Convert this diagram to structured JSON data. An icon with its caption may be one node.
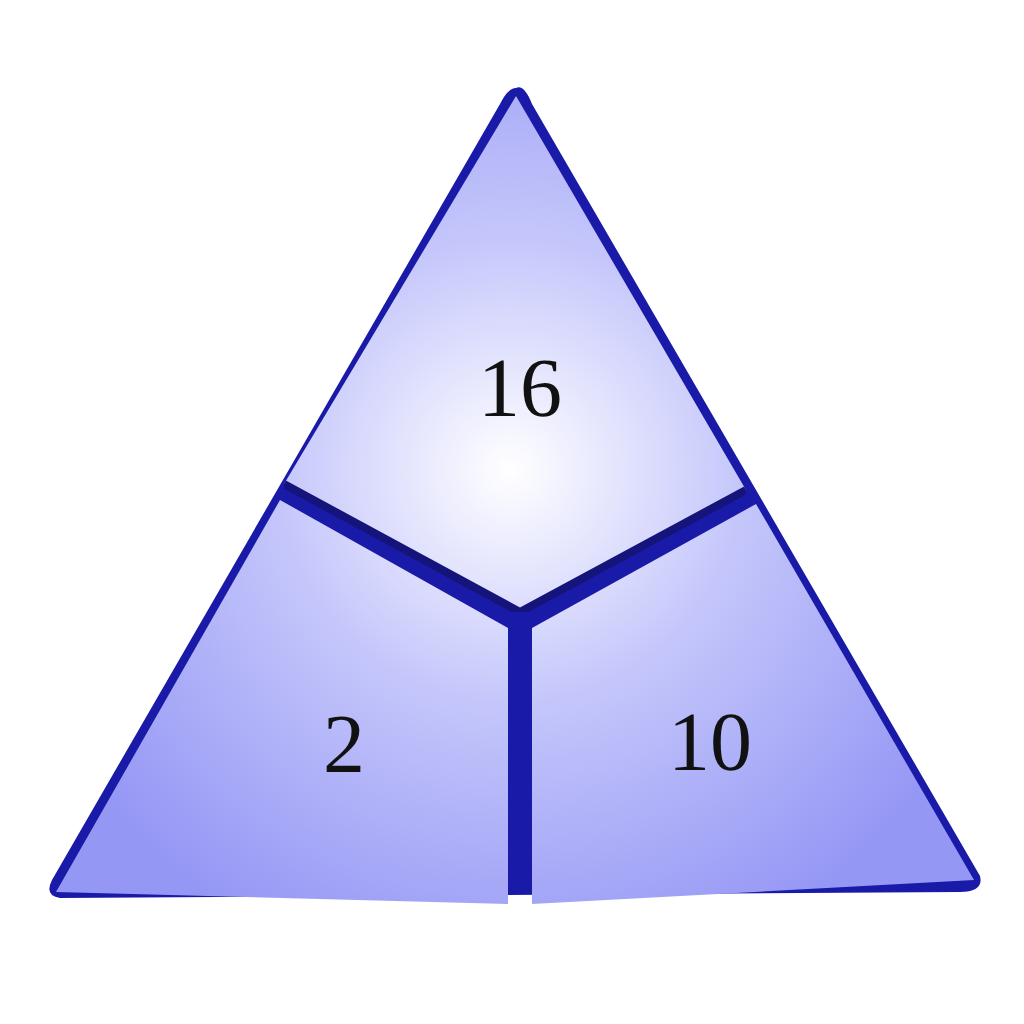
{
  "diagram": {
    "nodes": [
      {
        "text": [
          "16"
        ]
      },
      {
        "text": [
          "2"
        ]
      },
      {
        "text": [
          "10"
        ]
      }
    ]
  }
}
